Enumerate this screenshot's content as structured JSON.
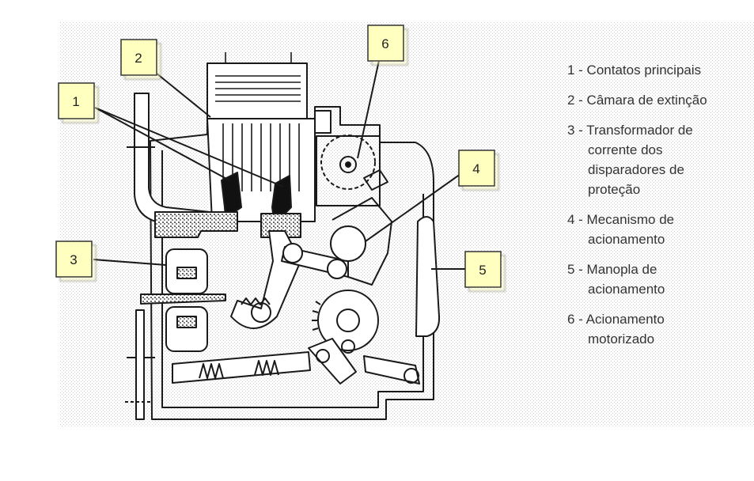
{
  "callouts": [
    {
      "number": "1"
    },
    {
      "number": "2"
    },
    {
      "number": "3"
    },
    {
      "number": "4"
    },
    {
      "number": "5"
    },
    {
      "number": "6"
    }
  ],
  "legend": [
    {
      "lines": [
        "1 - Contatos principais"
      ]
    },
    {
      "lines": [
        "2 - Câmara de extinção"
      ]
    },
    {
      "lines": [
        "3 - Transformador de",
        "corrente dos",
        "disparadores de",
        "proteção"
      ]
    },
    {
      "lines": [
        "4 - Mecanismo de",
        "acionamento"
      ]
    },
    {
      "lines": [
        "5 - Manopla de",
        "acionamento"
      ]
    },
    {
      "lines": [
        "6 - Acionamento",
        "motorizado"
      ]
    }
  ],
  "colors": {
    "callout_fill": "#ffffc0",
    "line": "#1a1a1a",
    "background_stipple": "#d9d9d9"
  }
}
